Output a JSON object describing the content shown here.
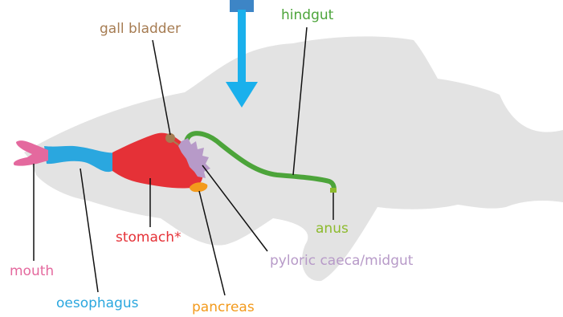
{
  "labels": {
    "gall_bladder": "gall bladder",
    "hindgut": "hindgut",
    "stomach": "stomach*",
    "anus": "anus",
    "pyloric": "pyloric caeca/midgut",
    "mouth": "mouth",
    "oesophagus": "oesophagus",
    "pancreas": "pancreas"
  },
  "colors": {
    "fish_body": "#e3e3e3",
    "arrow": "#1ab0ec",
    "arrow_dark": "#3d85c6",
    "mouth": "#e4699e",
    "oesophagus": "#2aa7df",
    "stomach": "#e53137",
    "gall_bladder": "#a67c52",
    "pyloric": "#b79ac8",
    "hindgut": "#4ca43a",
    "anus": "#8dba2d",
    "pancreas": "#f39a1c",
    "leader": "#111111"
  }
}
